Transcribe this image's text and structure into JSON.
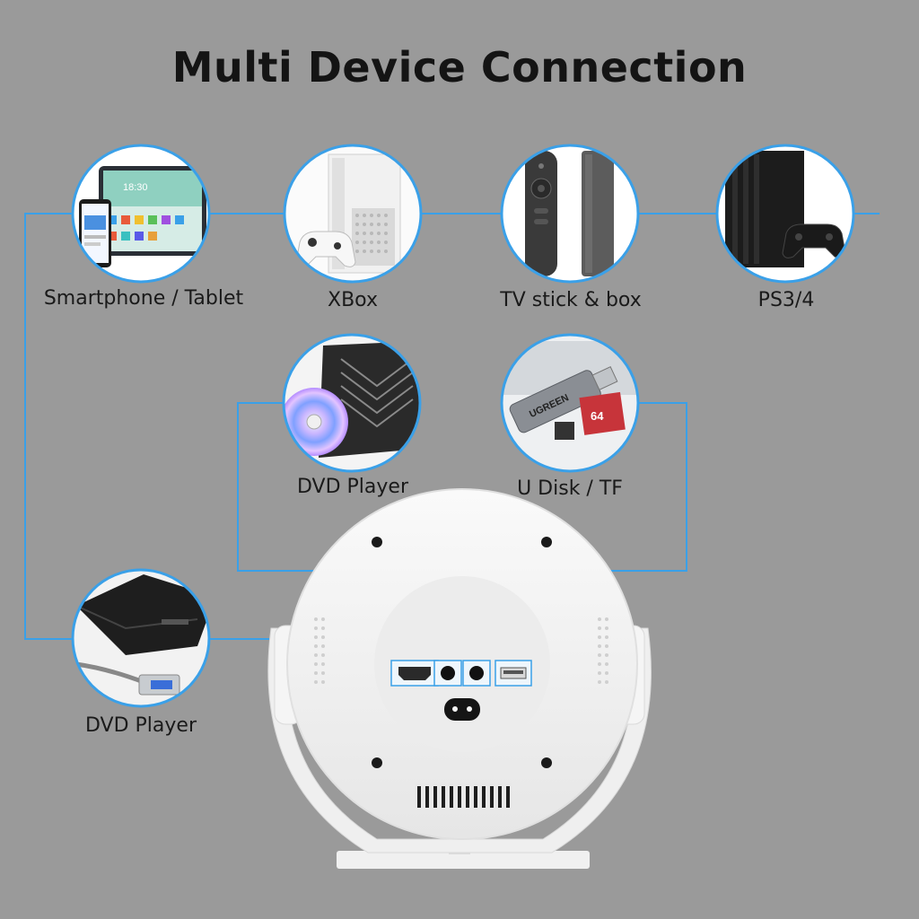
{
  "title": "Multi Device Connection",
  "devices": {
    "smartphone": {
      "label": "Smartphone / Tablet",
      "icon": "tablet-phone-icon",
      "screen_time": "18:30"
    },
    "xbox": {
      "label": "XBox",
      "icon": "xbox-console-icon"
    },
    "tv_stick": {
      "label": "TV stick & box",
      "icon": "tv-stick-icon"
    },
    "ps": {
      "label": "PS3/4",
      "icon": "playstation-console-icon"
    },
    "dvd_top": {
      "label": "DVD Player",
      "icon": "dvd-drive-icon"
    },
    "udisk": {
      "label": "U Disk / TF",
      "icon": "card-reader-icon",
      "brand": "UGREEN",
      "card_text": "64"
    },
    "dvd_bottom": {
      "label": "DVD Player",
      "icon": "external-drive-icon"
    }
  },
  "projector": {
    "ports": [
      "HDMI",
      "Audio",
      "Audio",
      "USB"
    ],
    "icon": "projector-icon"
  },
  "colors": {
    "background": "#9a9a9a",
    "line": "#3aa0e8",
    "circle_ring": "#3aa0e8",
    "projector_body": "#f2f2f2"
  }
}
